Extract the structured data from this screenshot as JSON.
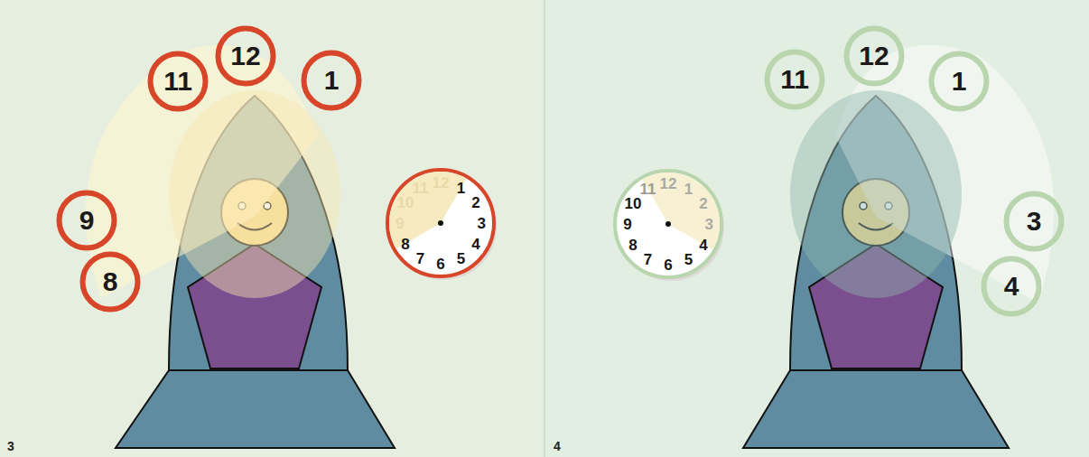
{
  "diagram": {
    "nodes": [
      {
        "text": [
          "11"
        ]
      },
      {
        "text": [
          "12"
        ]
      },
      {
        "text": [
          "1"
        ]
      },
      {
        "text": [
          "9"
        ]
      },
      {
        "text": [
          "8"
        ]
      },
      {
        "text": [
          "12",
          "1",
          "2",
          "3",
          "4",
          "5",
          "6",
          "7",
          "8",
          "9",
          "10",
          "11"
        ]
      },
      {
        "text": [
          "12",
          "1",
          "2",
          "3",
          "4",
          "5",
          "6",
          "7",
          "8",
          "9",
          "10",
          "11"
        ]
      },
      {
        "text": [
          "11"
        ]
      },
      {
        "text": [
          "12"
        ]
      },
      {
        "text": [
          "1"
        ]
      },
      {
        "text": [
          "3"
        ]
      },
      {
        "text": [
          "4"
        ]
      }
    ],
    "labels": [
      "3",
      "4"
    ]
  }
}
